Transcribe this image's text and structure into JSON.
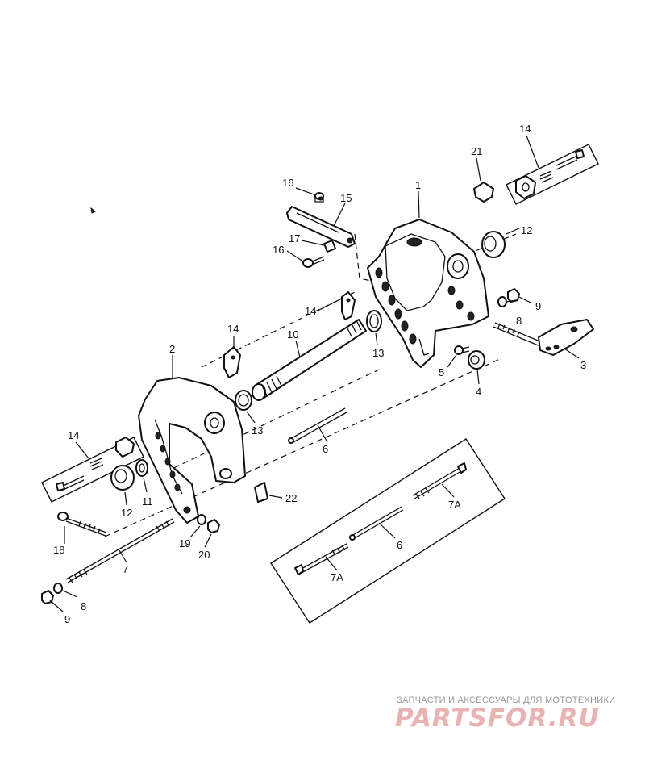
{
  "diagram": {
    "callouts": [
      {
        "id": "c1",
        "label": "1"
      },
      {
        "id": "c2",
        "label": "2"
      },
      {
        "id": "c3",
        "label": "3"
      },
      {
        "id": "c4",
        "label": "4"
      },
      {
        "id": "c5",
        "label": "5"
      },
      {
        "id": "c6a",
        "label": "6"
      },
      {
        "id": "c6b",
        "label": "6"
      },
      {
        "id": "c7",
        "label": "7"
      },
      {
        "id": "c7a1",
        "label": "7A"
      },
      {
        "id": "c7a2",
        "label": "7A"
      },
      {
        "id": "c8a",
        "label": "8"
      },
      {
        "id": "c8b",
        "label": "8"
      },
      {
        "id": "c9a",
        "label": "9"
      },
      {
        "id": "c9b",
        "label": "9"
      },
      {
        "id": "c10",
        "label": "10"
      },
      {
        "id": "c11",
        "label": "11"
      },
      {
        "id": "c12a",
        "label": "12"
      },
      {
        "id": "c12b",
        "label": "12"
      },
      {
        "id": "c13a",
        "label": "13"
      },
      {
        "id": "c13b",
        "label": "13"
      },
      {
        "id": "c14a",
        "label": "14"
      },
      {
        "id": "c14b",
        "label": "14"
      },
      {
        "id": "c14c",
        "label": "14"
      },
      {
        "id": "c14d",
        "label": "14"
      },
      {
        "id": "c15",
        "label": "15"
      },
      {
        "id": "c16a",
        "label": "16"
      },
      {
        "id": "c16b",
        "label": "16"
      },
      {
        "id": "c17",
        "label": "17"
      },
      {
        "id": "c18",
        "label": "18"
      },
      {
        "id": "c19",
        "label": "19"
      },
      {
        "id": "c20",
        "label": "20"
      },
      {
        "id": "c21",
        "label": "21"
      },
      {
        "id": "c22",
        "label": "22"
      }
    ]
  },
  "watermark": {
    "tagline": "ЗАПЧАСТИ И АКСЕССУАРЫ ДЛЯ МОТОТЕХНИКИ",
    "logo": "PARTSFOR.RU"
  }
}
